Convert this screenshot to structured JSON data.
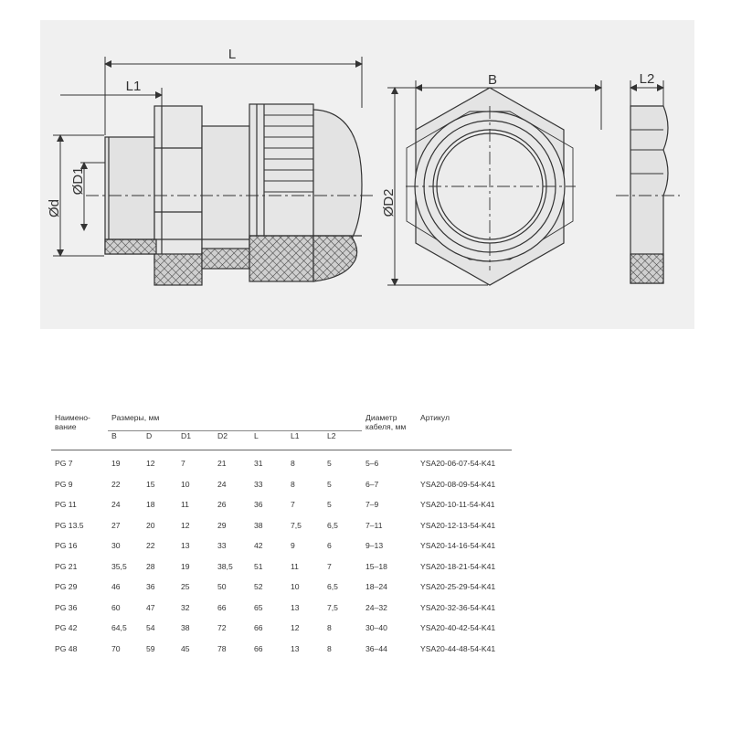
{
  "drawing": {
    "labels": {
      "L": "L",
      "L1": "L1",
      "d": "Ød",
      "D1": "ØD1",
      "B": "B",
      "D2": "ØD2",
      "L2": "L2"
    }
  },
  "table": {
    "header": {
      "name": "Наимено-\nвание",
      "sizes_group": "Размеры, мм",
      "cable_diameter": "Диаметр\nкабеля, мм",
      "article": "Артикул",
      "sub": [
        "B",
        "D",
        "D1",
        "D2",
        "L",
        "L1",
        "L2"
      ]
    },
    "rows": [
      [
        "PG 7",
        "19",
        "12",
        "7",
        "21",
        "31",
        "8",
        "5",
        "5–6",
        "YSA20-06-07-54-K41"
      ],
      [
        "PG 9",
        "22",
        "15",
        "10",
        "24",
        "33",
        "8",
        "5",
        "6–7",
        "YSA20-08-09-54-K41"
      ],
      [
        "PG 11",
        "24",
        "18",
        "11",
        "26",
        "36",
        "7",
        "5",
        "7–9",
        "YSA20-10-11-54-K41"
      ],
      [
        "PG 13.5",
        "27",
        "20",
        "12",
        "29",
        "38",
        "7,5",
        "6,5",
        "7–11",
        "YSA20-12-13-54-K41"
      ],
      [
        "PG 16",
        "30",
        "22",
        "13",
        "33",
        "42",
        "9",
        "6",
        "9–13",
        "YSA20-14-16-54-K41"
      ],
      [
        "PG 21",
        "35,5",
        "28",
        "19",
        "38,5",
        "51",
        "11",
        "7",
        "15–18",
        "YSA20-18-21-54-K41"
      ],
      [
        "PG 29",
        "46",
        "36",
        "25",
        "50",
        "52",
        "10",
        "6,5",
        "18–24",
        "YSA20-25-29-54-K41"
      ],
      [
        "PG 36",
        "60",
        "47",
        "32",
        "66",
        "65",
        "13",
        "7,5",
        "24–32",
        "YSA20-32-36-54-K41"
      ],
      [
        "PG 42",
        "64,5",
        "54",
        "38",
        "72",
        "66",
        "12",
        "8",
        "30–40",
        "YSA20-40-42-54-K41"
      ],
      [
        "PG 48",
        "70",
        "59",
        "45",
        "78",
        "66",
        "13",
        "8",
        "36–44",
        "YSA20-44-48-54-K41"
      ]
    ]
  }
}
